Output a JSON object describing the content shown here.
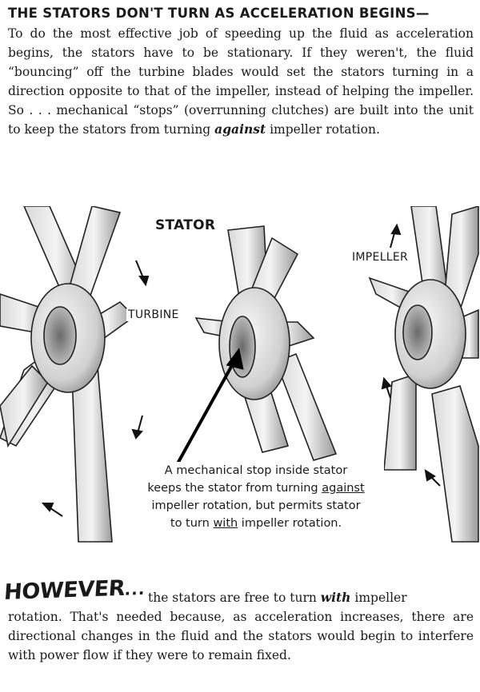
{
  "heading": "THE STATORS DON'T TURN AS ACCELERATION BEGINS—",
  "intro": {
    "part1": "To do the most effective job of speeding up the fluid as acceleration begins, the stators have to be stationary. If they weren't, the fluid “bouncing” off the turbine blades would set the stators turning in a direction opposite to that of the impeller, instead of helping the impeller. So . . . mechanical “stops” (overrunning clutches) are built into the unit to keep the stators from turning ",
    "emph": "against",
    "part2": " impeller rotation."
  },
  "figure": {
    "label_stator": "STATOR",
    "label_turbine": "TURBINE",
    "label_impeller": "IMPELLER",
    "caption": {
      "line1": "A mechanical stop inside stator",
      "line2_pre": "keeps the stator from turning ",
      "line2_u": "against",
      "line3": "impeller rotation, but permits stator",
      "line4_pre": "to turn ",
      "line4_u": "with",
      "line4_post": " impeller rotation."
    }
  },
  "however": {
    "word": "HOWEVER",
    "dots": "...",
    "first_line_pre": "the stators are free to turn ",
    "first_line_emph": "with",
    "first_line_post": " impeller",
    "rest": "rotation. That's needed because, as acceleration increases, there are directional changes in the fluid and the stators would begin to interfere with power flow if they were to remain fixed."
  }
}
